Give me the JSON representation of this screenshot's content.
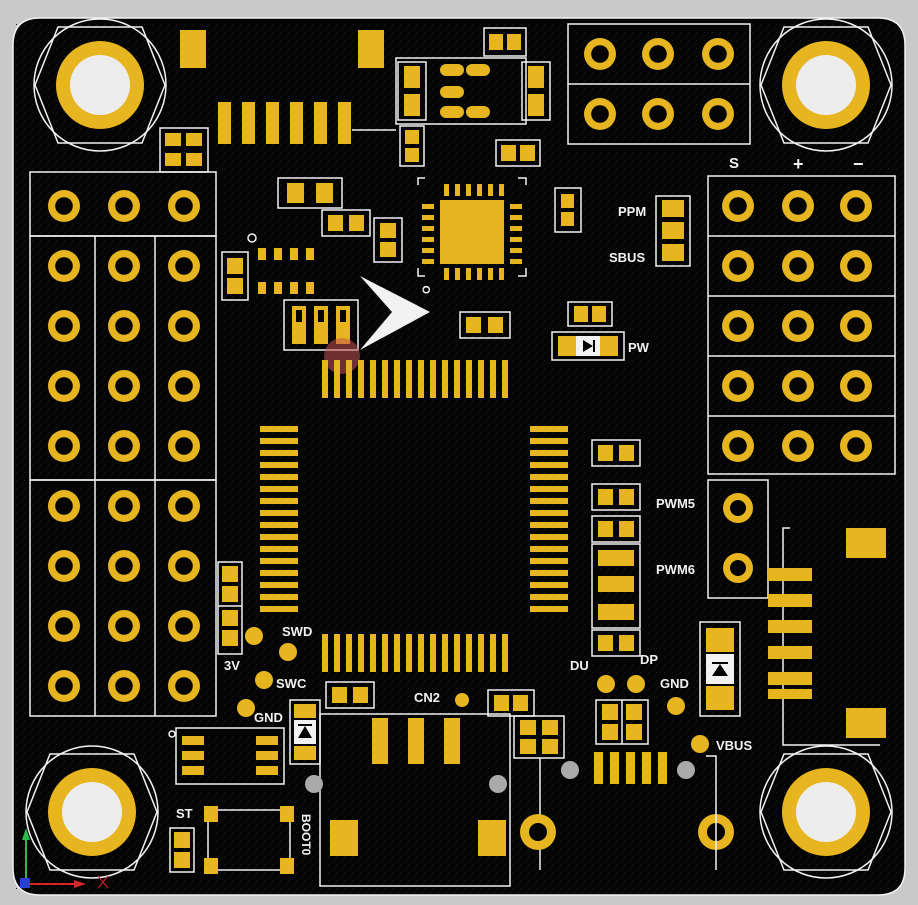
{
  "colors": {
    "background": "#c9c9c9",
    "board": "#050505",
    "copper": "#e6b520",
    "silkscreen": "#f2f2f2",
    "axis_green": "#2db84b",
    "axis_blue": "#2a3fd6",
    "axis_red": "#d6262a"
  },
  "labels": {
    "s": "S",
    "plus": "+",
    "minus": "−",
    "ppm": "PPM",
    "sbus": "SBUS",
    "pw": "PW",
    "pwm5": "PWM5",
    "pwm6": "PWM6",
    "swd": "SWD",
    "swc": "SWC",
    "gnd_left": "GND",
    "v3": "3V",
    "cn2": "CN2",
    "du": "DU",
    "dp": "DP",
    "gnd_right": "GND",
    "vbus": "VBUS",
    "st": "ST",
    "boot0": "BOOT0",
    "o_small": "O"
  },
  "icons": [
    "diode-icon",
    "arrow-marker-icon",
    "axis-indicator-icon",
    "mounting-hole-icon"
  ]
}
